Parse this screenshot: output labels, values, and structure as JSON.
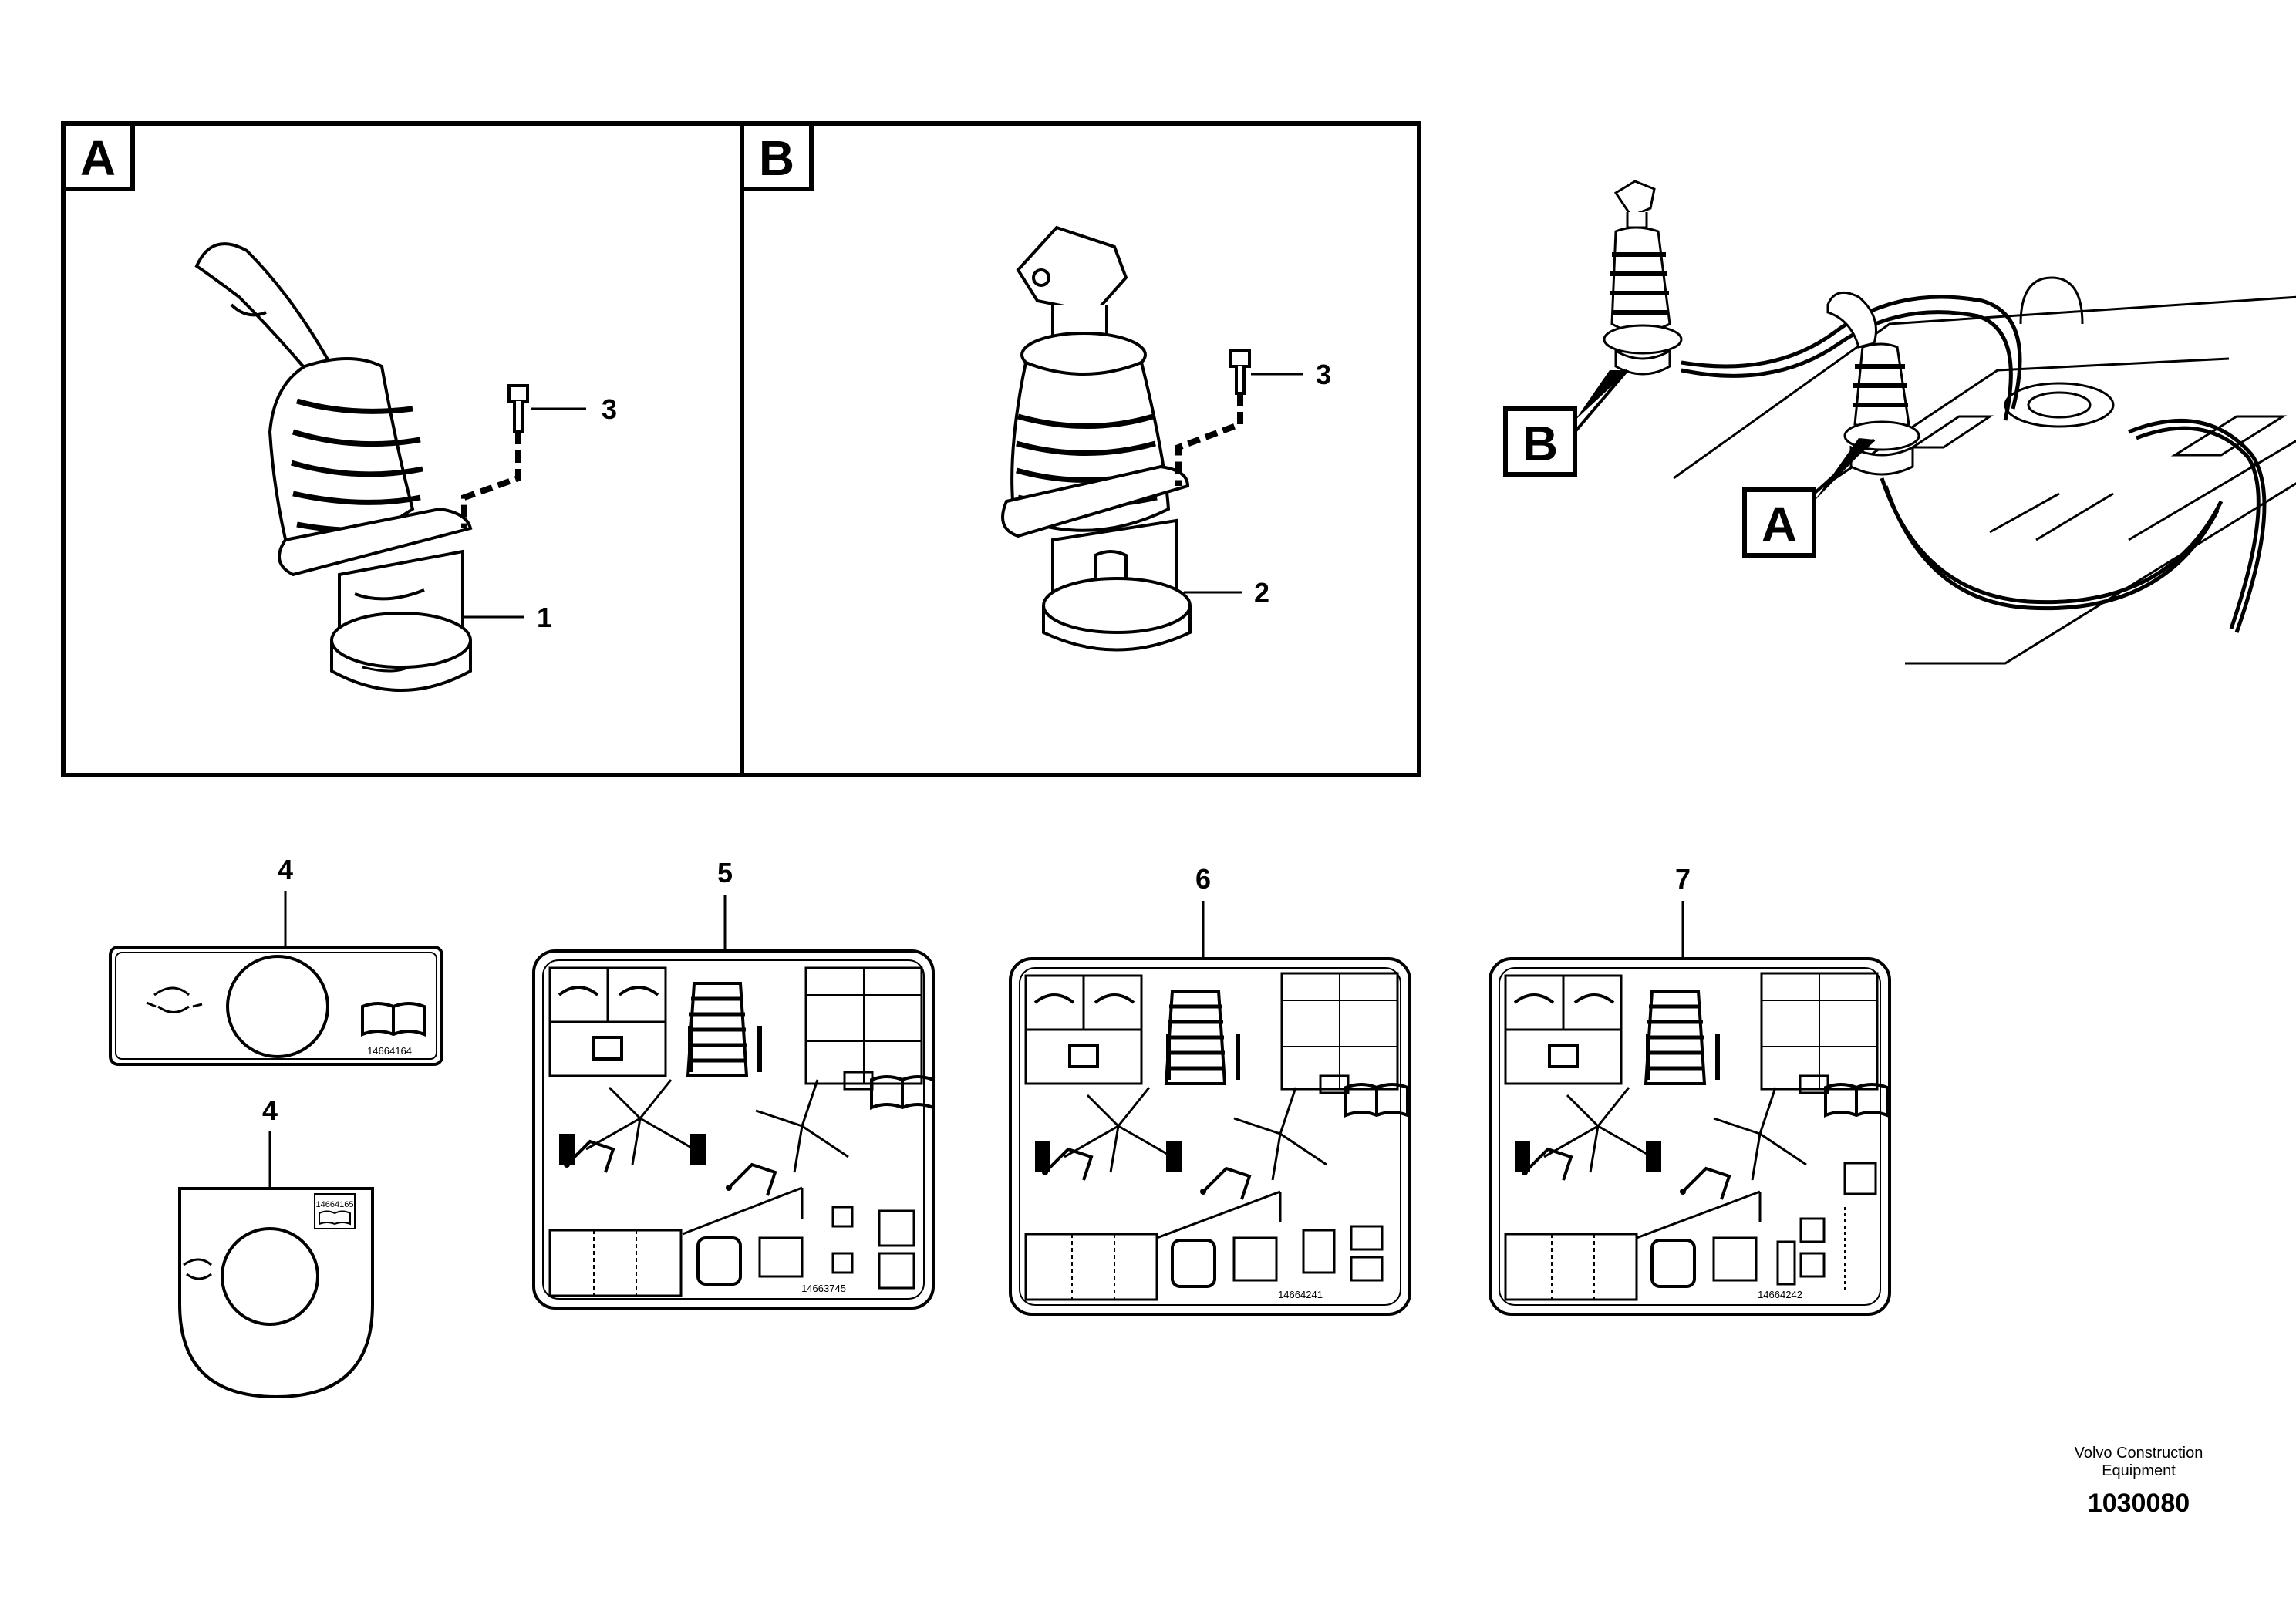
{
  "panels": {
    "a": {
      "letter": "A"
    },
    "b": {
      "letter": "B"
    }
  },
  "callouts": {
    "one": "1",
    "two": "2",
    "three_a": "3",
    "three_b": "3",
    "four_top": "4",
    "four_bottom": "4",
    "five": "5",
    "six": "6",
    "seven": "7"
  },
  "overview": {
    "tag_a": "A",
    "tag_b": "B"
  },
  "decals": {
    "four_top_code": "14664164",
    "four_bottom_code": "14664165",
    "five_code": "14663745",
    "six_code": "14664241",
    "seven_code": "14664242"
  },
  "footer": {
    "brand_line1": "Volvo Construction",
    "brand_line2": "Equipment",
    "drawing_number": "1030080"
  }
}
